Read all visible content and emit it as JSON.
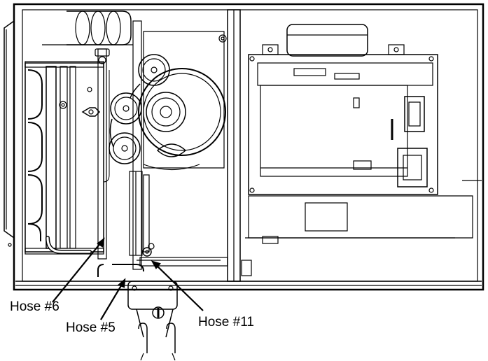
{
  "callouts": [
    {
      "id": "hose-6",
      "label": "Hose #6"
    },
    {
      "id": "hose-5",
      "label": "Hose #5"
    },
    {
      "id": "hose-11",
      "label": "Hose #11"
    }
  ],
  "colors": {
    "line": "#000000",
    "background": "#ffffff"
  }
}
